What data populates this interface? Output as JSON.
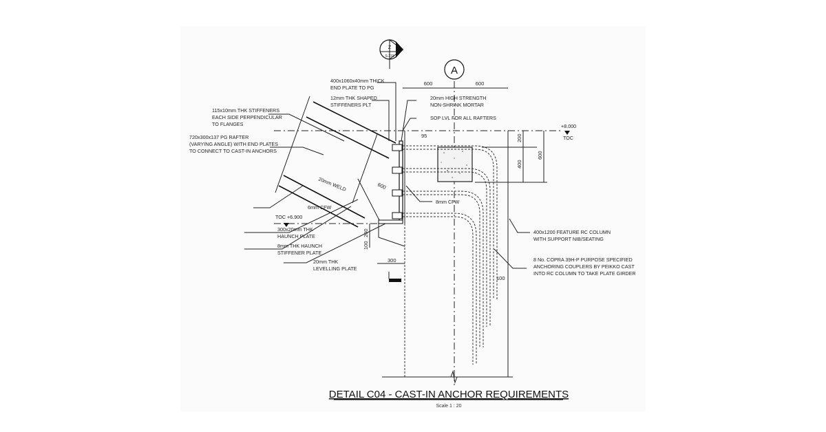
{
  "drawing": {
    "title": "DETAIL C04 - CAST-IN ANCHOR REQUIREMENTS",
    "scale": "Scale  1 : 20",
    "section_marker": {
      "letter": "Z",
      "sheet": "S-233"
    },
    "grid_bubble": "A",
    "levels": {
      "top": {
        "value": "+8.000",
        "name": "TOC"
      },
      "lower": "TOC +6.900"
    },
    "dimensions": {
      "grid_left": "600",
      "grid_right": "600",
      "d95": "95",
      "d200_top": "200",
      "d400": "400",
      "d600_total": "600",
      "d600_haunch": "600",
      "d200_nib": "200",
      "d100_nib": "100",
      "d300": "300",
      "d100_cover": "100"
    },
    "labels": {
      "end_plate": [
        "400x1060x40mm THICK",
        "END PLATE TO PG"
      ],
      "stiffeners_plt": [
        "12mm THK SHAPED",
        "STIFFENERS PLT"
      ],
      "mortar": [
        "20mm HIGH STRENGTH",
        "NON-SHRINK MORTAR"
      ],
      "sop": "SOP LVL FOR ALL RAFTERS",
      "stiffeners": [
        "115x10mm THK STIFFENERS",
        "EACH SIDE PERPENDICULAR",
        "TO FLANGES"
      ],
      "rafter": [
        "720x300x137 PG RAFTER",
        "(VARYING ANGLE) WITH END PLATES",
        "TO CONNECT TO CAST-IN ANCHORS"
      ],
      "weld": "20mm WELD",
      "cfw6": "6mm CFW",
      "cfw8": "8mm CFW",
      "haunch_plate": [
        "300x20mm THK",
        "HAUNCH PLATE"
      ],
      "haunch_stiff": [
        "8mm THK HAUNCH",
        "STIFFENER PLATE"
      ],
      "levelling": [
        "20mm THK",
        "LEVELLING PLATE"
      ],
      "column": [
        "400x1200 FEATURE RC COLUMN",
        "WITH SUPPORT NIB/SEATING"
      ],
      "couplers": [
        "8 No. COPRA 39H-P PURPOSE SPECIFIED",
        "ANCHORING COUPLERS BY PEIKKO CAST",
        "INTO RC COLUMN TO TAKE PLATE GIRDER"
      ]
    }
  }
}
